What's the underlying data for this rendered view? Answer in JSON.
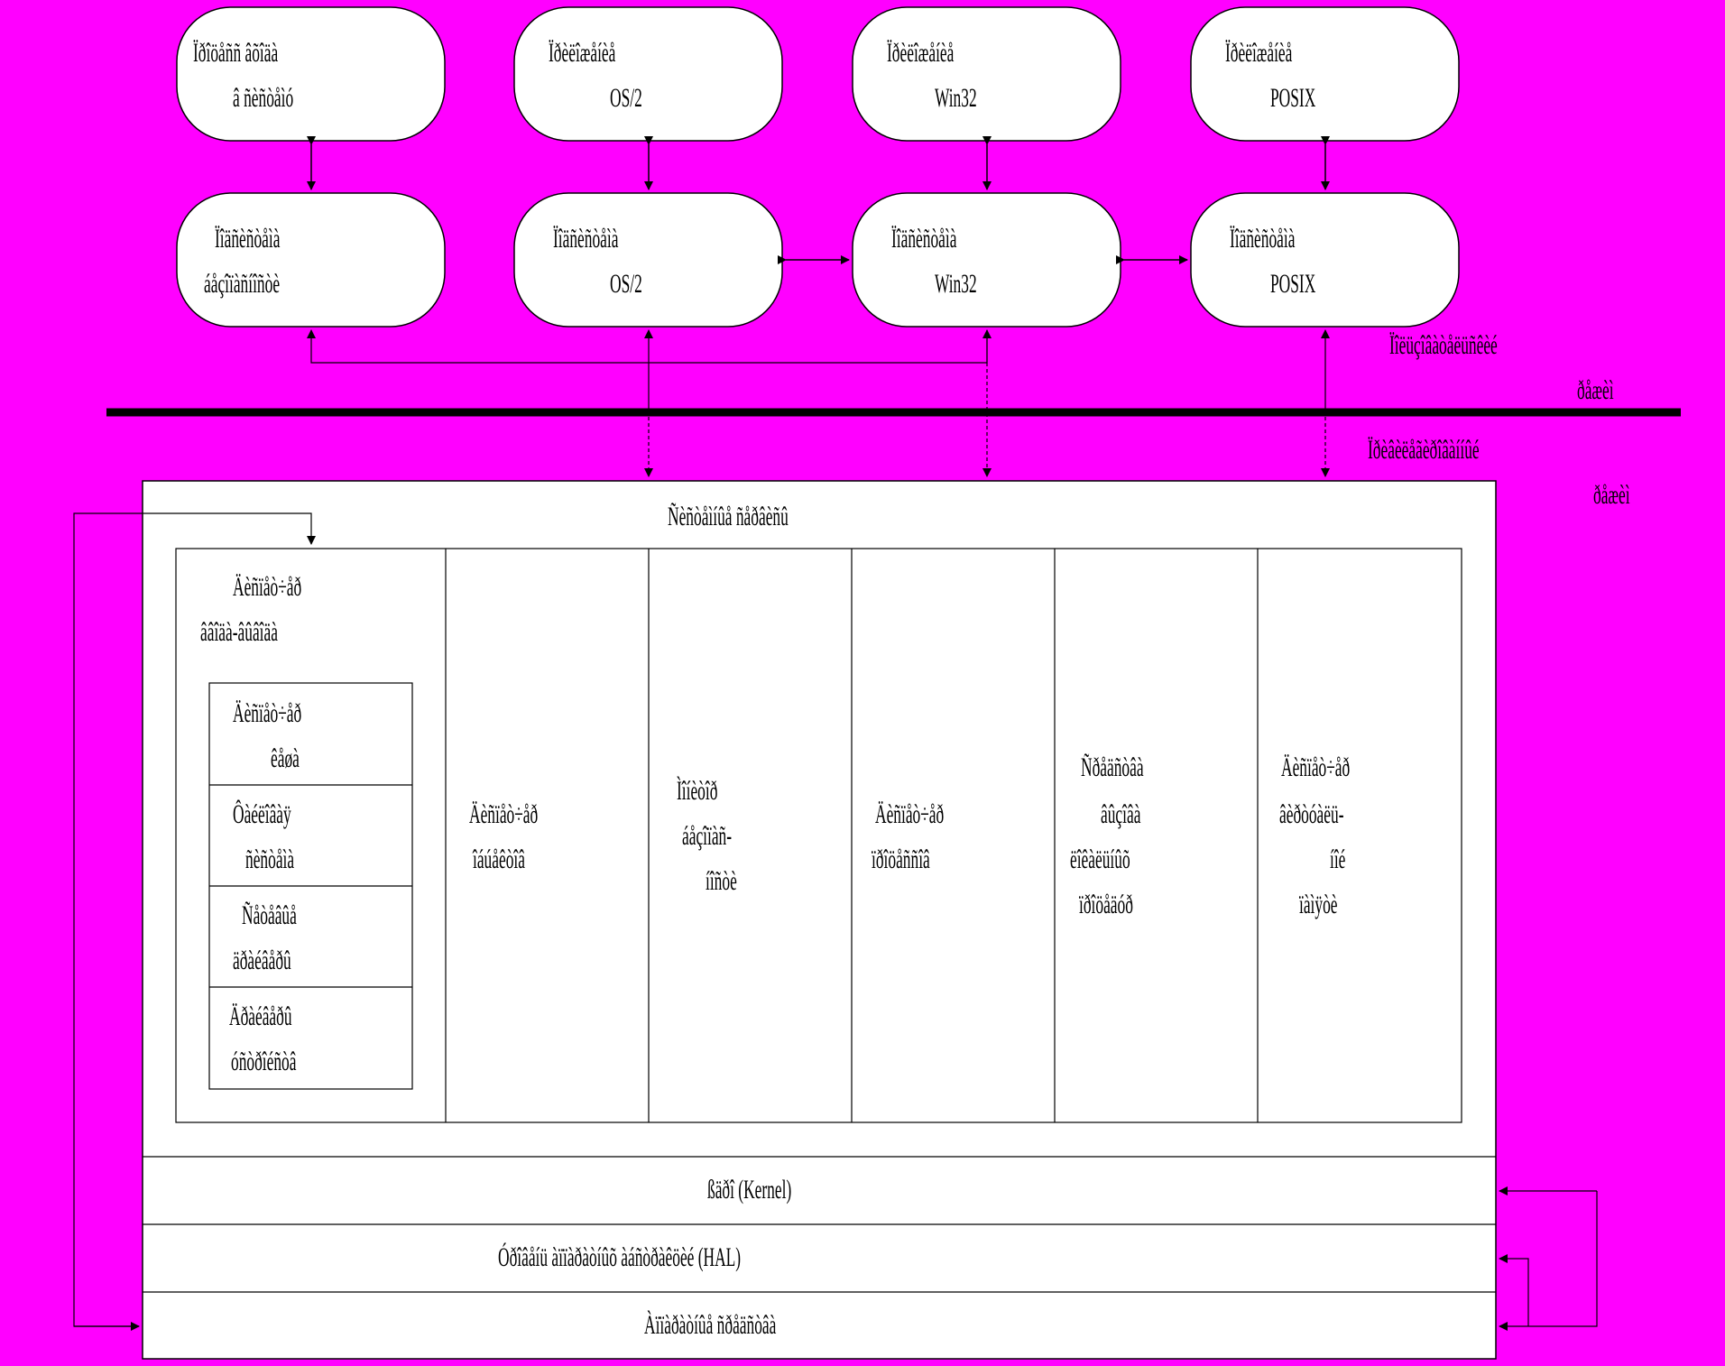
{
  "colors": {
    "background": "#ff00ff",
    "box": "#ffffff",
    "line": "#000000"
  },
  "top_row": [
    {
      "id": "proc-logon",
      "line1": "Ïðîöåññ âõîäà",
      "line2": "â ñèñòåìó"
    },
    {
      "id": "app-os2",
      "line1": "Ïðèëîæåíèå",
      "line2": "OS/2"
    },
    {
      "id": "app-win32",
      "line1": "Ïðèëîæåíèå",
      "line2": "Win32"
    },
    {
      "id": "app-posix",
      "line1": "Ïðèëîæåíèå",
      "line2": "POSIX"
    }
  ],
  "second_row": [
    {
      "id": "sub-security",
      "line1": "Ïîäñèñòåìà",
      "line2": "áåçîïàñíîñòè"
    },
    {
      "id": "sub-os2",
      "line1": "Ïîäñèñòåìà",
      "line2": "OS/2"
    },
    {
      "id": "sub-win32",
      "line1": "Ïîäñèñòåìà",
      "line2": "Win32"
    },
    {
      "id": "sub-posix",
      "line1": "Ïîäñèñòåìà",
      "line2": "POSIX"
    }
  ],
  "side_labels": {
    "user_mode": "Ïîëüçîâàòåëüñêèé",
    "mode1": "ðåæèì",
    "privileged_mode": "Ïðèâèëåãèðîâàííûé",
    "mode2": "ðåæèì"
  },
  "executive": {
    "title": "Ñèñòåìíûå ñåðâèñû",
    "vmm": {
      "line1": "Äèñïåò÷åð",
      "line2": "ââîäà-âûâîäà"
    },
    "io_stack": [
      {
        "line1": "Äèñïåò÷åð",
        "line2": "êåøà"
      },
      {
        "line1": "Ôàéëîâàÿ",
        "line2": "ñèñòåìà"
      },
      {
        "line1": "Ñåòåâûå",
        "line2": "äðàéâåðû"
      },
      {
        "line1": "Äðàéâåðû",
        "line2": "óñòðîéñòâ"
      }
    ],
    "columns": [
      {
        "line1": "Äèñïåò÷åð",
        "line2": "îáúåêòîâ",
        "line3": "",
        "line4": ""
      },
      {
        "line1": "Ìîíèòîð",
        "line2": "áåçîïàñ-",
        "line3": "íîñòè",
        "line4": ""
      },
      {
        "line1": "Äèñïåò÷åð",
        "line2": "ïðîöåññîâ",
        "line3": "",
        "line4": ""
      },
      {
        "line1": "Ñðåäñòâà",
        "line2": "âûçîâà",
        "line3": "ëîêàëüíûõ",
        "line4": "ïðîöåäóð"
      },
      {
        "line1": "Äèñïåò÷åð",
        "line2": "âèðòóàëü-",
        "line3": "íîé",
        "line4": "ïàìÿòè"
      }
    ]
  },
  "layers": {
    "kernel": "ßäðî (Kernel)",
    "hal": "Óðîâåíü àïïàðàòíûõ àáñòðàêöèé (HAL)",
    "hardware": "Àïïàðàòíûå ñðåäñòâà"
  }
}
